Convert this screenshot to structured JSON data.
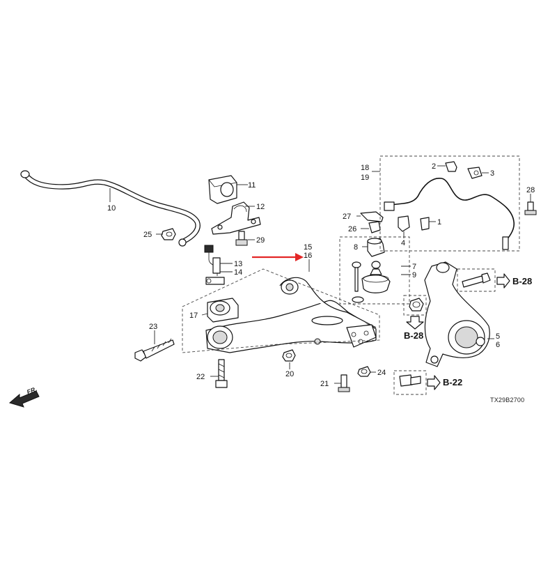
{
  "labels": {
    "n1": "1",
    "n2": "2",
    "n3": "3",
    "n4": "4",
    "n5": "5",
    "n6": "6",
    "n7": "7",
    "n8": "8",
    "n9": "9",
    "n10": "10",
    "n11": "11",
    "n12": "12",
    "n13": "13",
    "n14": "14",
    "n15": "15",
    "n16": "16",
    "n17": "17",
    "n18": "18",
    "n19": "19",
    "n20": "20",
    "n21": "21",
    "n22": "22",
    "n23": "23",
    "n24": "24",
    "n25": "25",
    "n26": "26",
    "n27": "27",
    "n28": "28",
    "n29": "29"
  },
  "refs": {
    "b28_right": "B-28",
    "b28_below": "B-28",
    "b22": "B-22"
  },
  "front_marker": "FR.",
  "diagram_code": "TX29B2700",
  "colors": {
    "highlight_arrow": "#e32626",
    "ink": "#111111",
    "background": "#ffffff"
  }
}
